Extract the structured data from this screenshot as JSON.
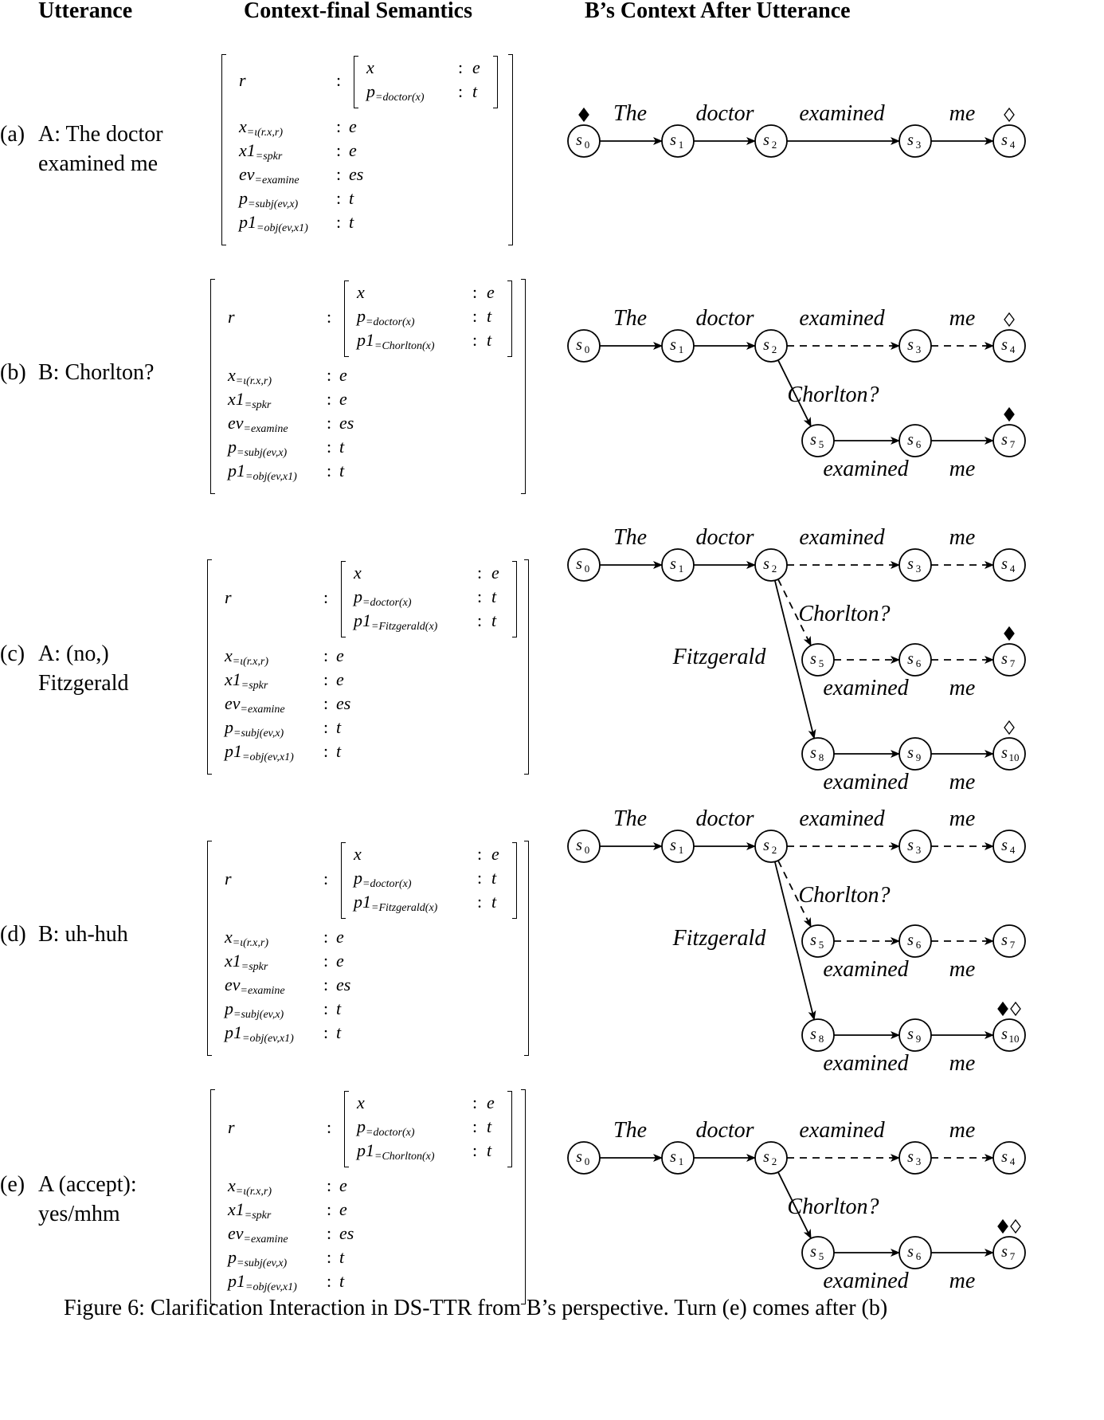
{
  "headers": {
    "utterance": "Utterance",
    "semantics": "Context-final Semantics",
    "context": "B’s Context After Utterance"
  },
  "rows": [
    {
      "label": "(a)",
      "utterance": "A: The doctor\nexamined me",
      "inner": [
        [
          "x",
          "",
          "e"
        ],
        [
          "p",
          "=doctor(x)",
          "t"
        ]
      ],
      "outer": [
        [
          "x",
          "=ι(r.x,r)",
          "e"
        ],
        [
          "x1",
          "=spkr",
          "e"
        ],
        [
          "ev",
          "=examine",
          "es"
        ],
        [
          "p",
          "=subj(ev,x)",
          "t"
        ],
        [
          "p1",
          "=obj(ev,x1)",
          "t"
        ]
      ],
      "graph": {
        "nodes": [
          [
            "s",
            "0"
          ],
          [
            "s",
            "1"
          ],
          [
            "s",
            "2"
          ],
          [
            "s",
            "3"
          ],
          [
            "s",
            "4"
          ]
        ],
        "words": [
          "The",
          "doctor",
          "examined",
          "me"
        ],
        "markers": {
          "filled_diamond": "s0",
          "open_diamond": "s4"
        }
      }
    },
    {
      "label": "(b)",
      "utterance": "B: Chorlton?",
      "inner": [
        [
          "x",
          "",
          "e"
        ],
        [
          "p",
          "=doctor(x)",
          "t"
        ],
        [
          "p1",
          "=Chorlton(x)",
          "t"
        ]
      ],
      "outer": [
        [
          "x",
          "=ι(r.x,r)",
          "e"
        ],
        [
          "x1",
          "=spkr",
          "e"
        ],
        [
          "ev",
          "=examine",
          "es"
        ],
        [
          "p",
          "=subj(ev,x)",
          "t"
        ],
        [
          "p1",
          "=obj(ev,x1)",
          "t"
        ]
      ],
      "graph": {
        "nodes": [
          [
            "s",
            "0"
          ],
          [
            "s",
            "1"
          ],
          [
            "s",
            "2"
          ],
          [
            "s",
            "3"
          ],
          [
            "s",
            "4"
          ],
          [
            "s",
            "5"
          ],
          [
            "s",
            "6"
          ],
          [
            "s",
            "7"
          ]
        ],
        "words": [
          "The",
          "doctor",
          "examined",
          "me",
          "Chorlton?",
          "examined",
          "me"
        ],
        "markers": {
          "filled_diamond": "s7",
          "open_diamond": "s4"
        }
      }
    },
    {
      "label": "(c)",
      "utterance": "A: (no,)\nFitzgerald",
      "inner": [
        [
          "x",
          "",
          "e"
        ],
        [
          "p",
          "=doctor(x)",
          "t"
        ],
        [
          "p1",
          "=Fitzgerald(x)",
          "t"
        ]
      ],
      "outer": [
        [
          "x",
          "=ι(r.x,r)",
          "e"
        ],
        [
          "x1",
          "=spkr",
          "e"
        ],
        [
          "ev",
          "=examine",
          "es"
        ],
        [
          "p",
          "=subj(ev,x)",
          "t"
        ],
        [
          "p1",
          "=obj(ev,x1)",
          "t"
        ]
      ],
      "graph": {
        "nodes": [
          [
            "s",
            "0"
          ],
          [
            "s",
            "1"
          ],
          [
            "s",
            "2"
          ],
          [
            "s",
            "3"
          ],
          [
            "s",
            "4"
          ],
          [
            "s",
            "5"
          ],
          [
            "s",
            "6"
          ],
          [
            "s",
            "7"
          ],
          [
            "s",
            "8"
          ],
          [
            "s",
            "9"
          ],
          [
            "s",
            "10"
          ]
        ],
        "words": [
          "The",
          "doctor",
          "examined",
          "me",
          "Chorlton?",
          "examined",
          "me",
          "Fitzgerald",
          "examined",
          "me"
        ],
        "markers": {
          "filled_diamond": "s7",
          "open_diamond": "s10"
        }
      }
    },
    {
      "label": "(d)",
      "utterance": "B: uh-huh",
      "inner": [
        [
          "x",
          "",
          "e"
        ],
        [
          "p",
          "=doctor(x)",
          "t"
        ],
        [
          "p1",
          "=Fitzgerald(x)",
          "t"
        ]
      ],
      "outer": [
        [
          "x",
          "=ι(r.x,r)",
          "e"
        ],
        [
          "x1",
          "=spkr",
          "e"
        ],
        [
          "ev",
          "=examine",
          "es"
        ],
        [
          "p",
          "=subj(ev,x)",
          "t"
        ],
        [
          "p1",
          "=obj(ev,x1)",
          "t"
        ]
      ],
      "graph": {
        "nodes": [
          [
            "s",
            "0"
          ],
          [
            "s",
            "1"
          ],
          [
            "s",
            "2"
          ],
          [
            "s",
            "3"
          ],
          [
            "s",
            "4"
          ],
          [
            "s",
            "5"
          ],
          [
            "s",
            "6"
          ],
          [
            "s",
            "7"
          ],
          [
            "s",
            "8"
          ],
          [
            "s",
            "9"
          ],
          [
            "s",
            "10"
          ]
        ],
        "words": [
          "The",
          "doctor",
          "examined",
          "me",
          "Chorlton?",
          "examined",
          "me",
          "Fitzgerald",
          "examined",
          "me"
        ],
        "markers": {
          "filled_diamond": "s10",
          "open_diamond": "s10"
        }
      }
    },
    {
      "label": "(e)",
      "utterance": "A (accept):\nyes/mhm",
      "inner": [
        [
          "x",
          "",
          "e"
        ],
        [
          "p",
          "=doctor(x)",
          "t"
        ],
        [
          "p1",
          "=Chorlton(x)",
          "t"
        ]
      ],
      "outer": [
        [
          "x",
          "=ι(r.x,r)",
          "e"
        ],
        [
          "x1",
          "=spkr",
          "e"
        ],
        [
          "ev",
          "=examine",
          "es"
        ],
        [
          "p",
          "=subj(ev,x)",
          "t"
        ],
        [
          "p1",
          "=obj(ev,x1)",
          "t"
        ]
      ],
      "graph": {
        "nodes": [
          [
            "s",
            "0"
          ],
          [
            "s",
            "1"
          ],
          [
            "s",
            "2"
          ],
          [
            "s",
            "3"
          ],
          [
            "s",
            "4"
          ],
          [
            "s",
            "5"
          ],
          [
            "s",
            "6"
          ],
          [
            "s",
            "7"
          ]
        ],
        "words": [
          "The",
          "doctor",
          "examined",
          "me",
          "Chorlton?",
          "examined",
          "me"
        ],
        "markers": {
          "filled_diamond": "s7",
          "open_diamond": "s7"
        }
      }
    }
  ],
  "avm_record_label": "r",
  "caption": "Figure 6: Clarification Interaction in DS-TTR from B’s perspective. Turn (e) comes after (b)"
}
